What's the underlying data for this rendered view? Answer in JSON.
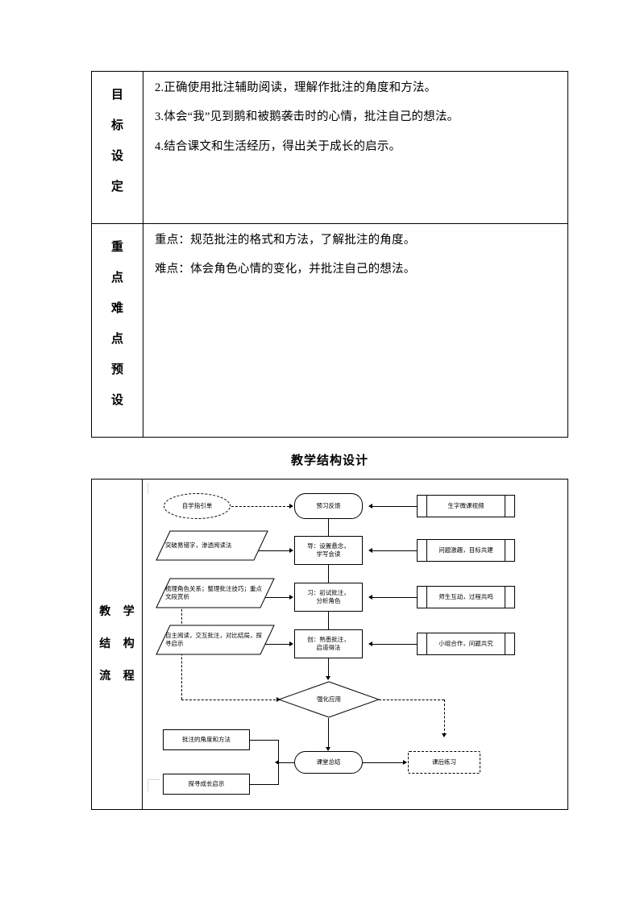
{
  "document": {
    "info_table": {
      "rows": [
        {
          "label_chars": [
            "目",
            "标",
            "设",
            "定"
          ],
          "paragraphs": [
            "2.正确使用批注辅助阅读，理解作批注的角度和方法。",
            "3.体会“我”见到鹅和被鹅袭击时的心情，批注自己的想法。",
            "4.结合课文和生活经历，得出关于成长的启示。"
          ]
        },
        {
          "label_chars": [
            "重",
            "点",
            "难",
            "点",
            "预",
            "设"
          ],
          "paragraphs": [
            "重点：规范批注的格式和方法，了解批注的角度。",
            "难点：体会角色心情的变化，并批注自己的想法。"
          ]
        }
      ]
    },
    "section_title": "教学结构设计",
    "flow_table": {
      "label_chars": [
        "教 学",
        "结 构",
        "流 程"
      ]
    },
    "flowchart": {
      "nodes": {
        "self_study_guide": "自学指引单",
        "preview_feedback": "预习反馈",
        "new_char_video": "生字微课视频",
        "left_guide_1": "突破易错字，渗透阅读法",
        "stage_dao": "导：设置悬念，\n学写会读",
        "question_interest": "问题激趣，目标共建",
        "left_guide_2": "梳理角色关系；整理批注技巧；重点文段赏析",
        "stage_xi": "习：初试批注，\n分析角色",
        "teacher_student": "师生互动，过程共鸣",
        "left_guide_3": "自主阅读，交互批注，对比结局，探寻启示",
        "stage_chuang": "创：熟悉批注，\n启道得法",
        "group_work": "小组合作，问题共究",
        "reinforce": "强化应用",
        "angle_method": "批注的角度和方法",
        "growth_insight": "探寻成长启示",
        "class_summary": "课堂总结",
        "homework": "课后练习"
      }
    }
  }
}
